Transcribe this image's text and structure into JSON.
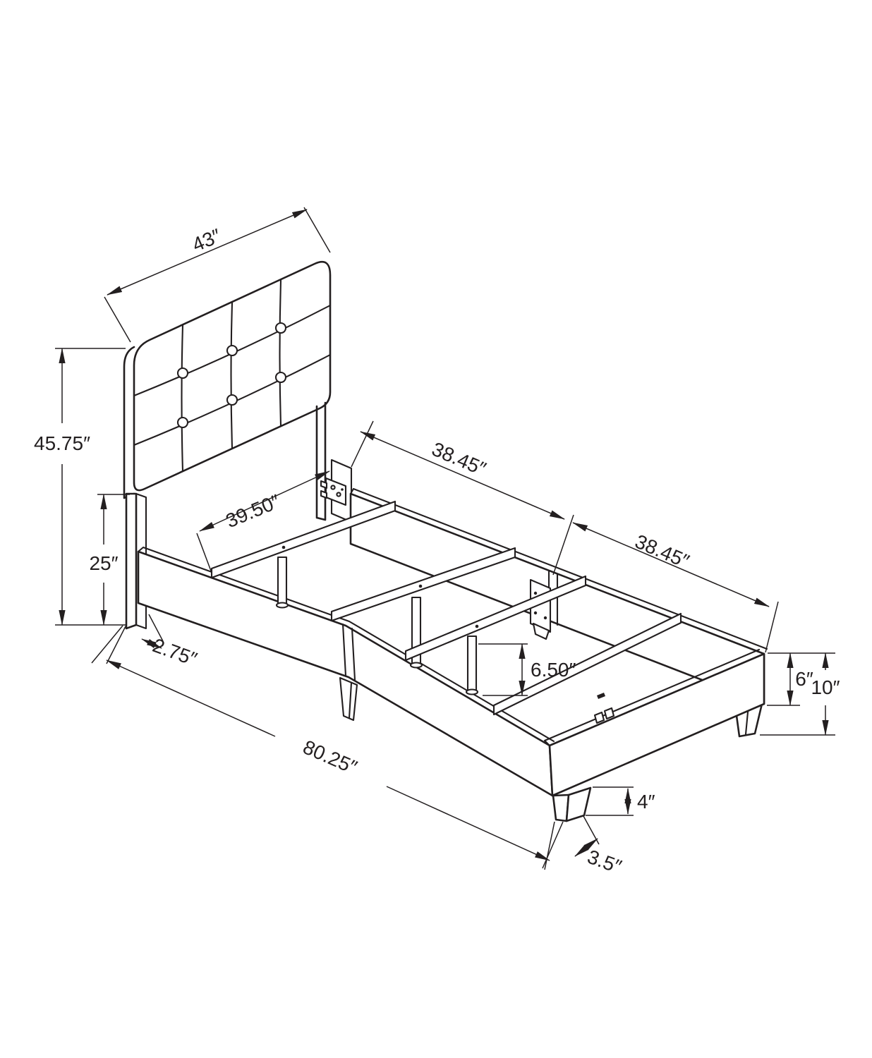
{
  "diagram": {
    "subject": "isometric dimension drawing of an upholstered bed frame with button-tufted headboard",
    "ink_color": "#231f20",
    "background_color": "#ffffff"
  },
  "dims": {
    "headboard_width": "43″",
    "headboard_height": "45.75″",
    "headboard_lower_height": "25″",
    "headboard_leg_depth": "2.75″",
    "slat_length": "39.50″",
    "rail_section_head": "38.45″",
    "rail_section_foot": "38.45″",
    "center_leg_height": "6.50″",
    "side_rail_height": "6″",
    "frame_height": "10″",
    "corner_leg_height": "4″",
    "corner_leg_width": "3.5″",
    "overall_length": "80.25″"
  }
}
